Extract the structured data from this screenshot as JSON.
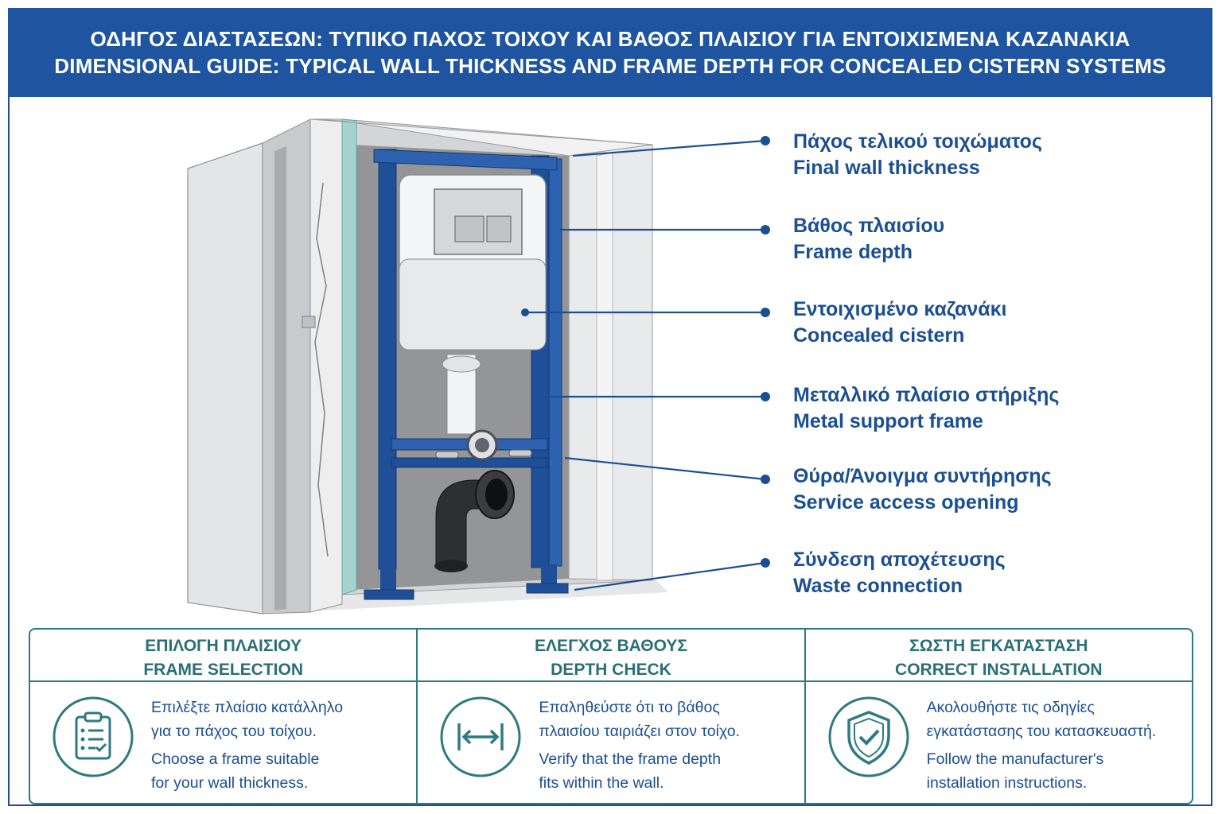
{
  "header": {
    "title_gr": "ΟΔΗΓΟΣ ΔΙΑΣΤΑΣΕΩΝ: ΤΥΠΙΚΟ ΠΑΧΟΣ ΤΟΙΧΟΥ ΚΑΙ ΒΑΘΟΣ ΠΛΑΙΣΙΟΥ ΓΙΑ ΕΝΤΟΙΧΙΣΜΕΝΑ ΚΑΖΑΝΑΚΙΑ",
    "title_en": "DIMENSIONAL GUIDE: TYPICAL WALL THICKNESS AND FRAME DEPTH FOR CONCEALED CISTERN SYSTEMS"
  },
  "callouts": [
    {
      "gr": "Πάχος τελικού τοιχώματος",
      "en": "Final wall thickness"
    },
    {
      "gr": "Βάθος πλαισίου",
      "en": "Frame depth"
    },
    {
      "gr": "Εντοιχισμένο καζανάκι",
      "en": "Concealed cistern"
    },
    {
      "gr": "Μεταλλικό πλαίσιο στήριξης",
      "en": "Metal support frame"
    },
    {
      "gr": "Θύρα/Άνοιγμα συντήρησης",
      "en": "Service access opening"
    },
    {
      "gr": "Σύνδεση αποχέτευσης",
      "en": "Waste connection"
    }
  ],
  "cards": [
    {
      "title_gr": "ΕΠΙΛΟΓΗ ΠΛΑΙΣΙΟΥ",
      "title_en": "FRAME SELECTION",
      "icon": "clipboard-checklist-icon",
      "text_gr": [
        "Επιλέξτε πλαίσιο κατάλληλο",
        "για το πάχος του τοίχου."
      ],
      "text_en": [
        "Choose a frame suitable",
        "for your wall thickness."
      ]
    },
    {
      "title_gr": "ΕΛΕΓΧΟΣ ΒΑΘΟΥΣ",
      "title_en": "DEPTH CHECK",
      "icon": "double-arrow-measure-icon",
      "text_gr": [
        "Επαληθεύστε ότι το βάθος",
        "πλαισίου ταιριάζει στον τοίχο."
      ],
      "text_en": [
        "Verify that the frame depth",
        "fits within the wall."
      ]
    },
    {
      "title_gr": "ΣΩΣΤΗ ΕΓΚΑΤΑΣΤΑΣΗ",
      "title_en": "CORRECT INSTALLATION",
      "icon": "shield-check-icon",
      "text_gr": [
        "Ακολουθήστε τις οδηγίες",
        "εγκατάστασης του κατασκευαστή."
      ],
      "text_en": [
        "Follow the manufacturer's",
        "installation instructions."
      ]
    }
  ],
  "colors": {
    "header_bg": "#1f55a0",
    "label_text": "#1b4f93",
    "frame_blue": "#1f4f96",
    "card_teal": "#2e7a82"
  }
}
